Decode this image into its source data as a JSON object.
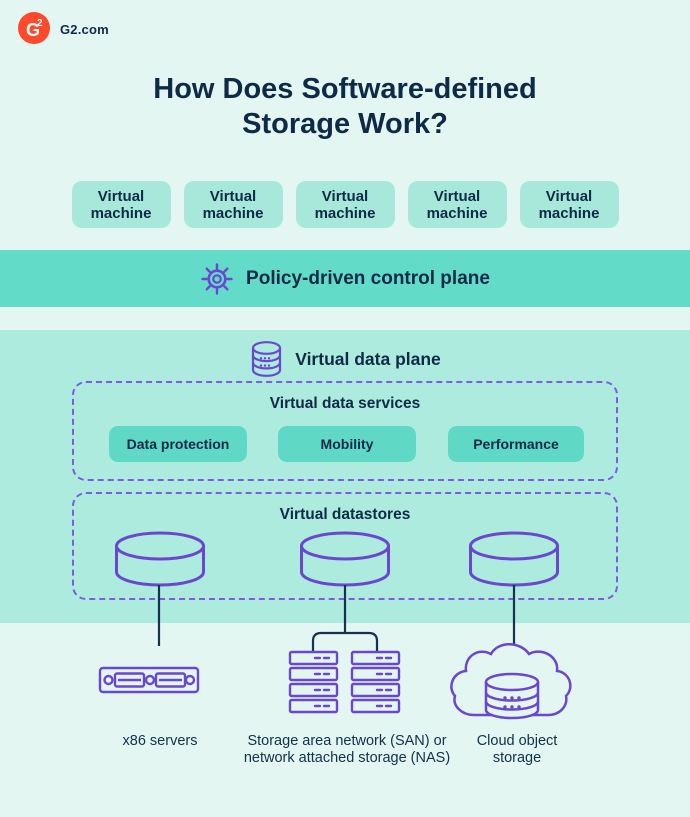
{
  "header": {
    "logo_glyph": "G",
    "logo_sup": "2",
    "brand": "G2.com"
  },
  "title": {
    "line1": "How Does Software-defined",
    "line2": "Storage Work?"
  },
  "vm_row": {
    "items": [
      {
        "label": "Virtual machine"
      },
      {
        "label": "Virtual machine"
      },
      {
        "label": "Virtual machine"
      },
      {
        "label": "Virtual machine"
      },
      {
        "label": "Virtual machine"
      }
    ]
  },
  "control_plane": {
    "label": "Policy-driven control plane",
    "icon": "gear-icon"
  },
  "data_plane": {
    "title": "Virtual data plane",
    "icon": "database-icon",
    "services": {
      "title": "Virtual data services",
      "items": [
        {
          "label": "Data protection"
        },
        {
          "label": "Mobility"
        },
        {
          "label": "Performance"
        }
      ]
    },
    "datastores": {
      "title": "Virtual datastores",
      "disk_count": 3,
      "icon": "disk-icon"
    }
  },
  "infrastructure": {
    "items": [
      {
        "icon": "server-icon",
        "label_line1": "x86 servers",
        "label_line2": ""
      },
      {
        "icon": "storage-stack-icon",
        "label_line1": "Storage area network (SAN) or",
        "label_line2": "network attached storage (NAS)"
      },
      {
        "icon": "cloud-storage-icon",
        "label_line1": "Cloud object",
        "label_line2": "storage"
      }
    ]
  },
  "colors": {
    "background_light": "#E3F6F1",
    "banner_teal": "#63DBC9",
    "section_mint": "#ACEBDE",
    "vm_pill_mint": "#A7E8DB",
    "service_pill_teal": "#60D8C6",
    "icon_purple": "#6B46CF",
    "dash_purple": "#7D5CE2",
    "text_navy": "#0E2A47",
    "connector_navy": "#16324F",
    "logo_red": "#FF492C"
  }
}
